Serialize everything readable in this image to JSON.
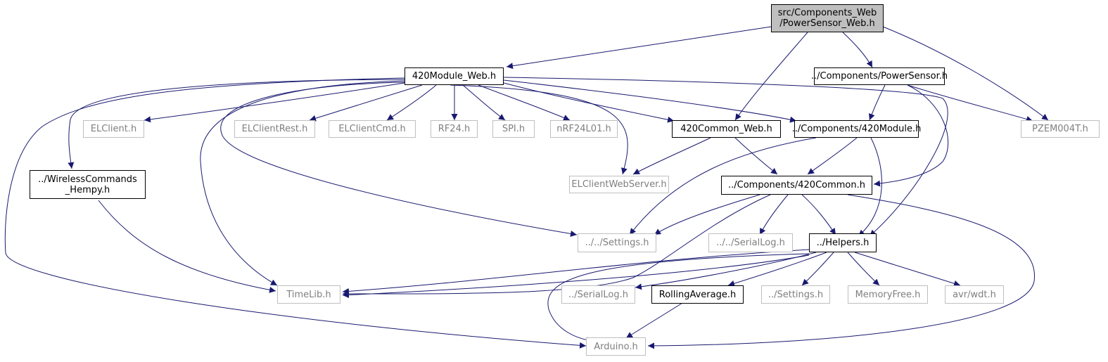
{
  "graph": {
    "root": {
      "line1": "src/Components_Web",
      "line2": "/PowerSensor_Web.h"
    },
    "nodes": {
      "module_web": "420Module_Web.h",
      "power_sensor": "../Components/PowerSensor.h",
      "elclient": "ELClient.h",
      "elclient_rest": "ELClientRest.h",
      "elclient_cmd": "ELClientCmd.h",
      "rf24": "RF24.h",
      "spi": "SPI.h",
      "nrf24l01": "nRF24L01.h",
      "common_web": "420Common_Web.h",
      "components_420module": "../Components/420Module.h",
      "pzem": "PZEM004T.h",
      "wireless": {
        "line1": "../WirelessCommands",
        "line2": "_Hempy.h"
      },
      "webserver": "ELClientWebServer.h",
      "components_420common": "../Components/420Common.h",
      "settings_up": "../../Settings.h",
      "seriallog_up": "../../SerialLog.h",
      "helpers": "../Helpers.h",
      "timelib": "TimeLib.h",
      "seriallog": "../SerialLog.h",
      "rolling": "RollingAverage.h",
      "settings": "../Settings.h",
      "memoryfree": "MemoryFree.h",
      "avrwdt": "avr/wdt.h",
      "arduino": "Arduino.h"
    },
    "colors": {
      "edge": "#191970",
      "local_border": "#000000",
      "external_border": "#bfbfbf",
      "external_text": "#7f7f7f",
      "root_fill": "#bfbfbf"
    }
  }
}
